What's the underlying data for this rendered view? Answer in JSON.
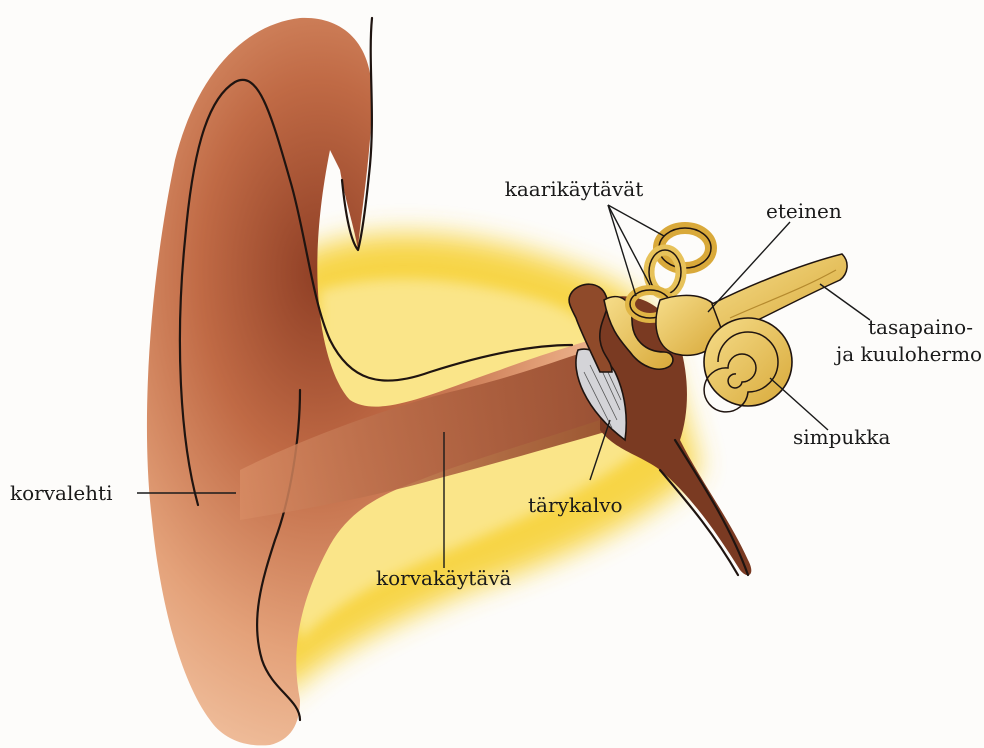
{
  "diagram": {
    "labels": {
      "kaarikaytavat": "kaarikäytävät",
      "eteinen": "eteinen",
      "hermo_line1": "tasapaino-",
      "hermo_line2": "ja kuulohermo",
      "simpukka": "simpukka",
      "korvalehti": "korvalehti",
      "tarykalvo": "tärykalvo",
      "korvakaytava": "korvakäytävä"
    },
    "colors": {
      "background": "#fdfcfa",
      "skin": "#e8a77c",
      "skin_dark": "#8f3f25",
      "tissue": "#f6d34a",
      "tissue_light": "#fbe88e",
      "inner_ear": "#e7c25a",
      "canal": "#7a3a22",
      "eardrum": "#c9c9cc"
    }
  }
}
